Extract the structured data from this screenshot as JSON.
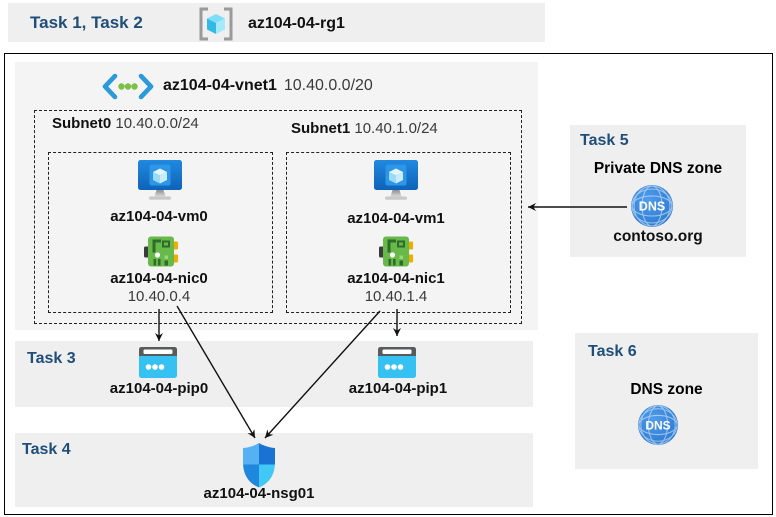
{
  "header": {
    "task_label": "Task 1, Task 2",
    "resource_group": "az104-04-rg1"
  },
  "vnet": {
    "name": "az104-04-vnet1",
    "cidr": "10.40.0.0/20",
    "subnets": [
      {
        "name": "Subnet0",
        "cidr": "10.40.0.0/24",
        "vm": "az104-04-vm0",
        "nic": "az104-04-nic0",
        "ip": "10.40.0.4"
      },
      {
        "name": "Subnet1",
        "cidr": "10.40.1.0/24",
        "vm": "az104-04-vm1",
        "nic": "az104-04-nic1",
        "ip": "10.40.1.4"
      }
    ]
  },
  "task3": {
    "label": "Task 3",
    "pip0": "az104-04-pip0",
    "pip1": "az104-04-pip1"
  },
  "task4": {
    "label": "Task 4",
    "nsg": "az104-04-nsg01"
  },
  "task5": {
    "label": "Task 5",
    "title": "Private DNS zone",
    "zone_name": "contoso.org",
    "icon_text": "DNS"
  },
  "task6": {
    "label": "Task 6",
    "title": "DNS zone",
    "icon_text": "DNS"
  },
  "colors": {
    "task_label": "#1f4e79",
    "band_bg": "#efefef",
    "vnet_bg": "#f4f4f4",
    "arrow": "#111111"
  }
}
